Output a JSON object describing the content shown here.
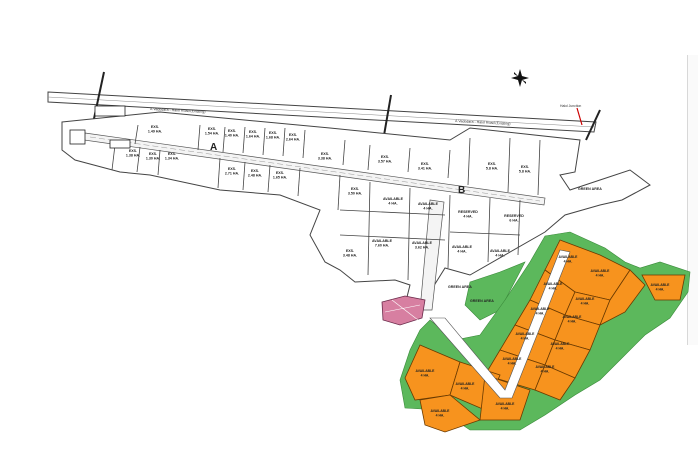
{
  "map": {
    "road_labels": {
      "top_left": "A Vadodara - Halol Road (Existing)",
      "top_right": "A Vadodara - Halol Road (Existing)",
      "right_end": "Halol Junction"
    },
    "zone_markers": [
      "A",
      "B"
    ],
    "compass": "north-star-icon",
    "colors": {
      "plot_fill": "#ffffff",
      "plot_stroke": "#444444",
      "developed_plot": "#f7931e",
      "green_area": "#5cb85c",
      "amenity_zone": "#d77fa1",
      "road_line": "#555555",
      "marker_red": "#cc0000"
    },
    "plots_white": [
      "EXS. 1.49 HA.",
      "EXS. 1.38 HA.",
      "EXS. 1.30 HA.",
      "EXS. 1.34 HA.",
      "EXS. 1.54 HA.",
      "EXS. 1.40 HA.",
      "EXS. 1.64 HA.",
      "EXS. 1.68 HA.",
      "EXS. 2.64 HA.",
      "EXS. 2.71 HA.",
      "EXS. 2.48 HA.",
      "EXS. 1.65 HA.",
      "EXS. 3.38 HA.",
      "EXS. 3.57 HA.",
      "EXS. 3.41 HA.",
      "EXS. 3.50 HA.",
      "EXS. 5.8 HA.",
      "EXS. 5.8 HA.",
      "AVAILABLE 4 HA.",
      "AVAILABLE 4 HA.",
      "RESERVED 4 HA.",
      "RESERVED 6 HA.",
      "AVAILABLE 7.60 HA.",
      "AVAILABLE 3.62 HA.",
      "AVAILABLE 4 HA.",
      "AVAILABLE 4 HA.",
      "EXS. 3.48 HA."
    ],
    "plots_orange": [
      "AVAILABLE 4 HA.",
      "AVAILABLE 4 HA.",
      "AVAILABLE 4 HA.",
      "AVAILABLE 4 HA.",
      "AVAILABLE 4 HA.",
      "AVAILABLE 4 HA.",
      "AVAILABLE 4 HA.",
      "AVAILABLE 4 HA.",
      "AVAILABLE 4 HA.",
      "AVAILABLE 4 HA.",
      "AVAILABLE 4 HA.",
      "AVAILABLE 4 HA.",
      "AVAILABLE 4 HA.",
      "AVAILABLE 4 HA.",
      "AVAILABLE 4 HA."
    ],
    "green_labels": [
      "GREEN AREA",
      "GREEN AREA",
      "GREEN AREA"
    ]
  }
}
